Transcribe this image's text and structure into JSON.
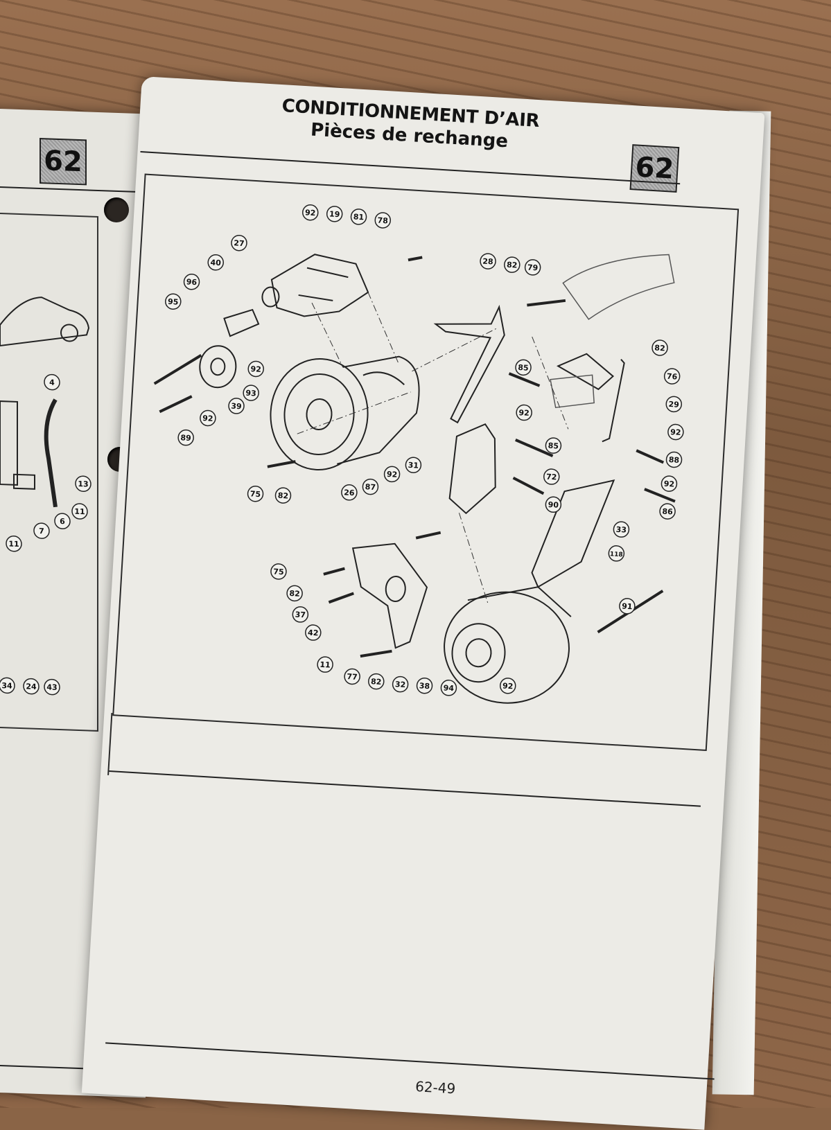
{
  "chapter_number": "62",
  "title_line1": "CONDITIONNEMENT D’AIR",
  "title_line2": "Pièces de rechange",
  "page_number": "62-49",
  "diagram_callouts": [
    "92",
    "19",
    "81",
    "78",
    "27",
    "40",
    "96",
    "95",
    "92",
    "93",
    "39",
    "92",
    "89",
    "26",
    "75",
    "82",
    "28",
    "82",
    "79",
    "82",
    "76",
    "85",
    "29",
    "92",
    "85",
    "92",
    "88",
    "31",
    "72",
    "92",
    "92",
    "86",
    "87",
    "90",
    "33",
    "118",
    "91",
    "75",
    "82",
    "37",
    "42",
    "11",
    "77",
    "82",
    "32",
    "38",
    "94",
    "92"
  ],
  "left_page_callouts": [
    "4",
    "13",
    "11",
    "7",
    "6",
    "11",
    "34",
    "24",
    "43"
  ]
}
